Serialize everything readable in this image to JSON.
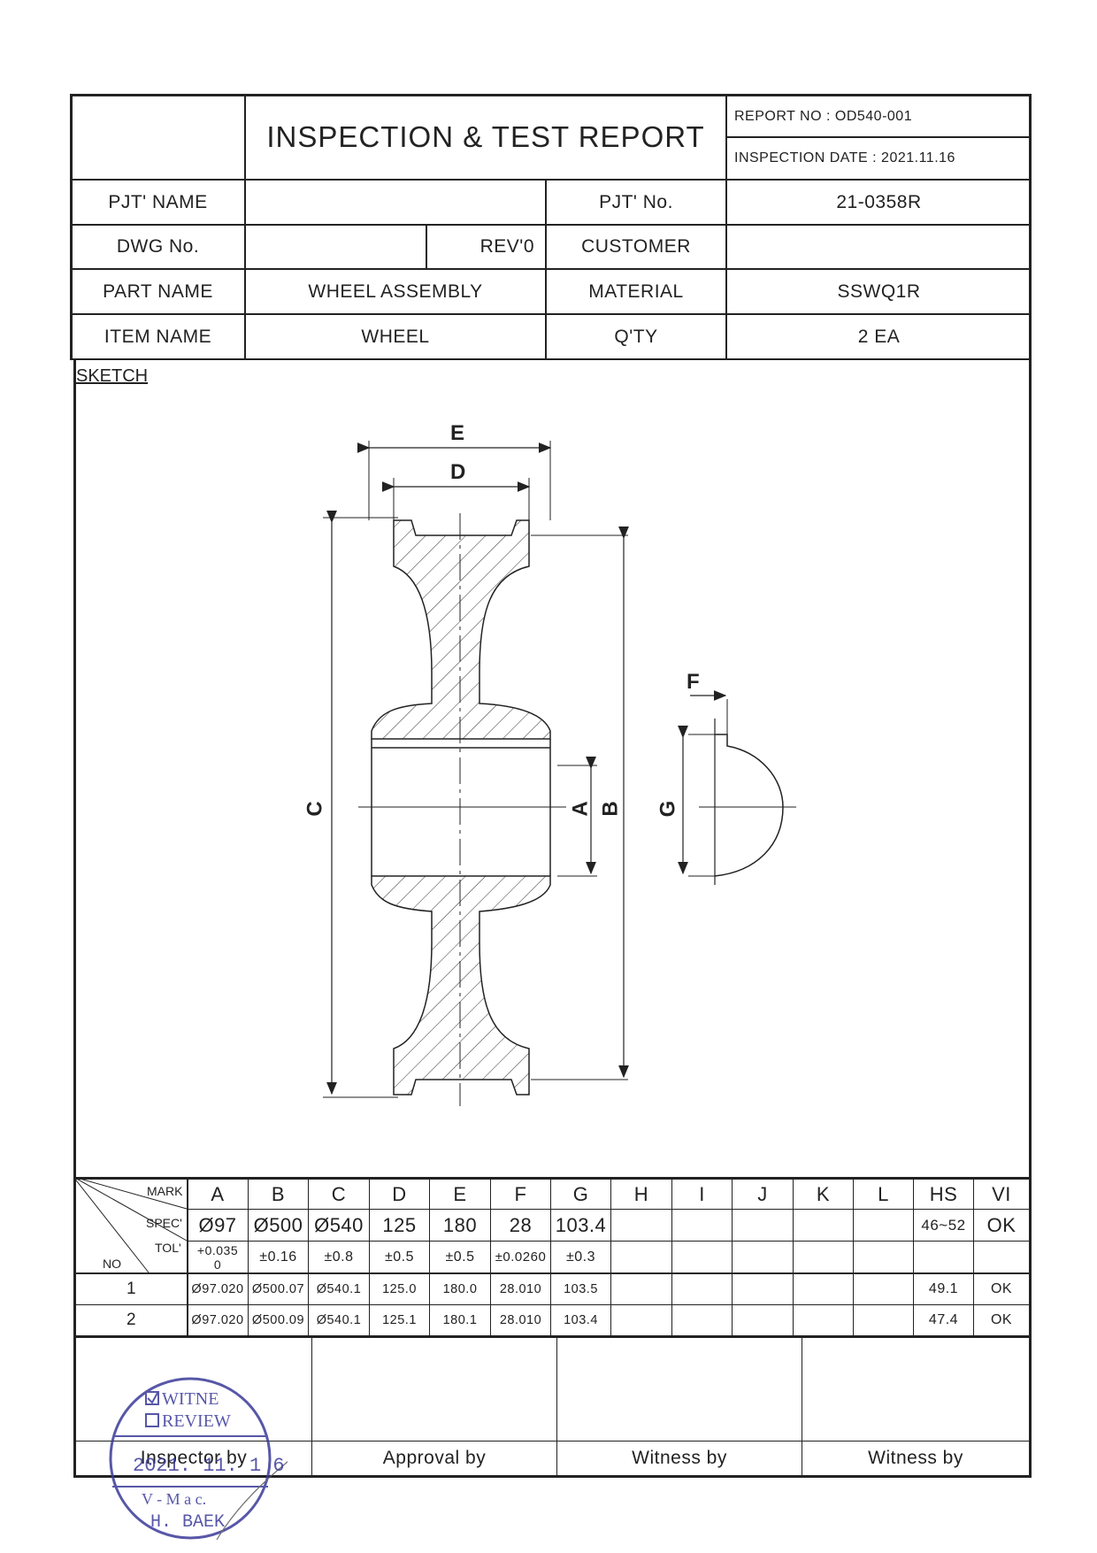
{
  "report": {
    "title": "INSPECTION & TEST REPORT",
    "report_no": "REPORT NO : OD540-001",
    "inspection_date": "INSPECTION DATE : 2021.11.16"
  },
  "info": {
    "pjt_name_label": "PJT' NAME",
    "pjt_name_value": "",
    "pjt_no_label": "PJT' No.",
    "pjt_no_value": "21-0358R",
    "dwg_no_label": "DWG No.",
    "dwg_no_value": "",
    "rev_label": "REV'0",
    "customer_label": "CUSTOMER",
    "customer_value": "",
    "part_name_label": "PART NAME",
    "part_name_value": "WHEEL ASSEMBLY",
    "material_label": "MATERIAL",
    "material_value": "SSWQ1R",
    "item_name_label": "ITEM NAME",
    "item_name_value": "WHEEL",
    "qty_label": "Q'TY",
    "qty_value": "2 EA"
  },
  "sketch": {
    "label": "SKETCH",
    "dims": [
      "E",
      "D",
      "C",
      "A",
      "B",
      "F",
      "G"
    ]
  },
  "table": {
    "corner": {
      "mark": "MARK",
      "spec": "SPEC'",
      "tol": "TOL'",
      "no": "NO"
    },
    "marks": [
      "A",
      "B",
      "C",
      "D",
      "E",
      "F",
      "G",
      "H",
      "I",
      "J",
      "K",
      "L",
      "HS",
      "VI"
    ],
    "spec": [
      "Ø97",
      "Ø500",
      "Ø540",
      "125",
      "180",
      "28",
      "103.4",
      "",
      "",
      "",
      "",
      "",
      "46~52",
      "OK"
    ],
    "tol": [
      "+0.035\n0",
      "±0.16",
      "±0.8",
      "±0.5",
      "±0.5",
      "±0.0260",
      "±0.3",
      "",
      "",
      "",
      "",
      "",
      "",
      ""
    ],
    "rows": [
      {
        "no": "1",
        "values": [
          "Ø97.020",
          "Ø500.07",
          "Ø540.1",
          "125.0",
          "180.0",
          "28.010",
          "103.5",
          "",
          "",
          "",
          "",
          "",
          "49.1",
          "OK"
        ]
      },
      {
        "no": "2",
        "values": [
          "Ø97.020",
          "Ø500.09",
          "Ø540.1",
          "125.1",
          "180.1",
          "28.010",
          "103.4",
          "",
          "",
          "",
          "",
          "",
          "47.4",
          "OK"
        ]
      }
    ]
  },
  "signatures": {
    "inspector": "Inspector by",
    "approval": "Approval by",
    "witness1": "Witness by",
    "witness2": "Witness by"
  },
  "stamp": {
    "witness": "WITNE",
    "review": "REVIEW",
    "date": "2021. 11. 1 6",
    "name": "H. BAEK",
    "mark": "V - M a c."
  },
  "colors": {
    "ink": "#222222",
    "stamp": "#3a3a9a"
  }
}
